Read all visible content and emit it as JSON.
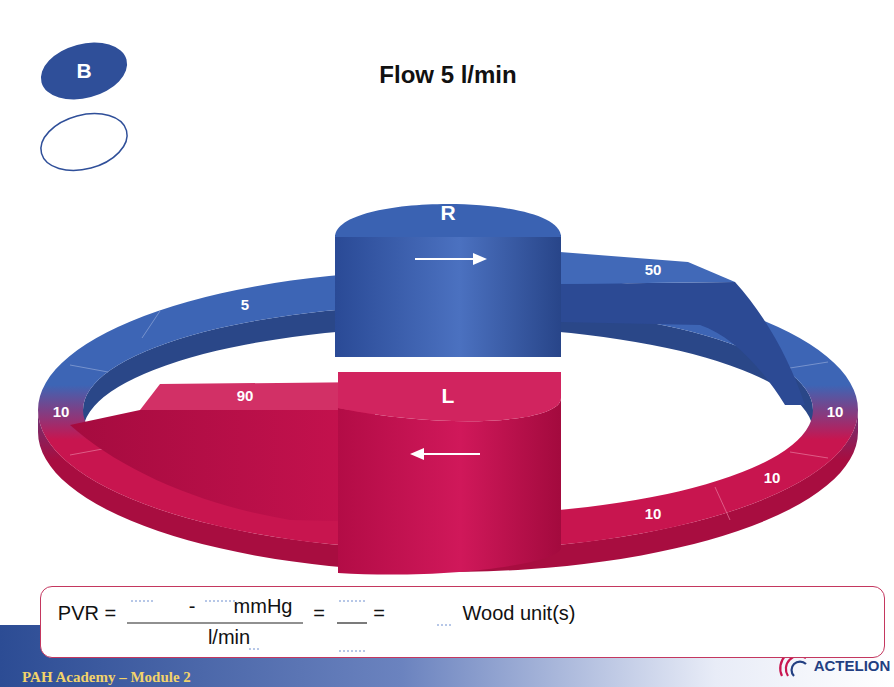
{
  "diagram": {
    "title": "Flow 5 l/min",
    "nodes": [
      {
        "text": [
          "B"
        ]
      },
      {
        "text": [
          "R"
        ]
      },
      {
        "text": [
          "L"
        ]
      },
      {
        "text": [
          "PVR =",
          "-",
          "mmHg",
          "l/min",
          "=",
          "=",
          "Wood unit(s)"
        ]
      }
    ],
    "labels": [
      "5",
      "50",
      "10",
      "90",
      "10",
      "10",
      "10",
      "PAH Academy – Module 2",
      "ACTELION"
    ]
  }
}
